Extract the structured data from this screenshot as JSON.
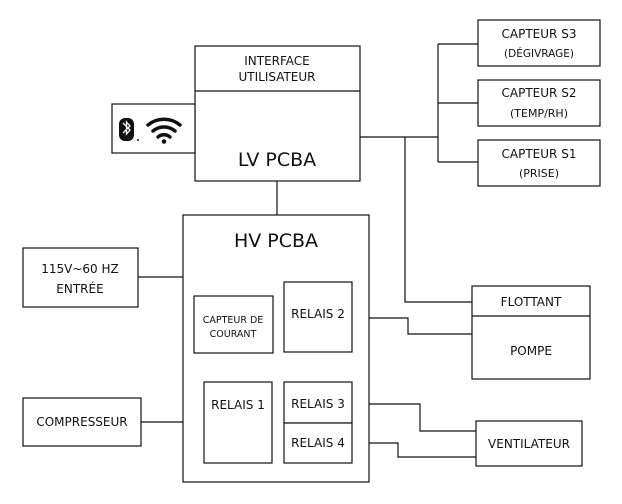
{
  "interface": {
    "line1": "INTERFACE",
    "line2": "UTILISATEUR"
  },
  "lv_pcba": {
    "label": "LV PCBA"
  },
  "wireless": {
    "icons": [
      "bluetooth-icon",
      "wifi-icon"
    ]
  },
  "sensors": [
    {
      "name": "CAPTEUR S3",
      "detail": "(DÉGIVRAGE)"
    },
    {
      "name": "CAPTEUR S2",
      "detail": "(TEMP/RH)"
    },
    {
      "name": "CAPTEUR S1",
      "detail": "(PRISE)"
    }
  ],
  "hv_pcba": {
    "label": "HV PCBA"
  },
  "power_input": {
    "line1": "115V~60 HZ",
    "line2": "ENTRÉE"
  },
  "current_sensor": {
    "line1": "CAPTEUR DE",
    "line2": "COURANT"
  },
  "relays": {
    "r1": "RELAIS 1",
    "r2": "RELAIS 2",
    "r3": "RELAIS 3",
    "r4": "RELAIS 4"
  },
  "compressor": {
    "label": "COMPRESSEUR"
  },
  "pump_unit": {
    "float_label": "FLOTTANT",
    "pump_label": "POMPE"
  },
  "fan": {
    "label": "VENTILATEUR"
  }
}
